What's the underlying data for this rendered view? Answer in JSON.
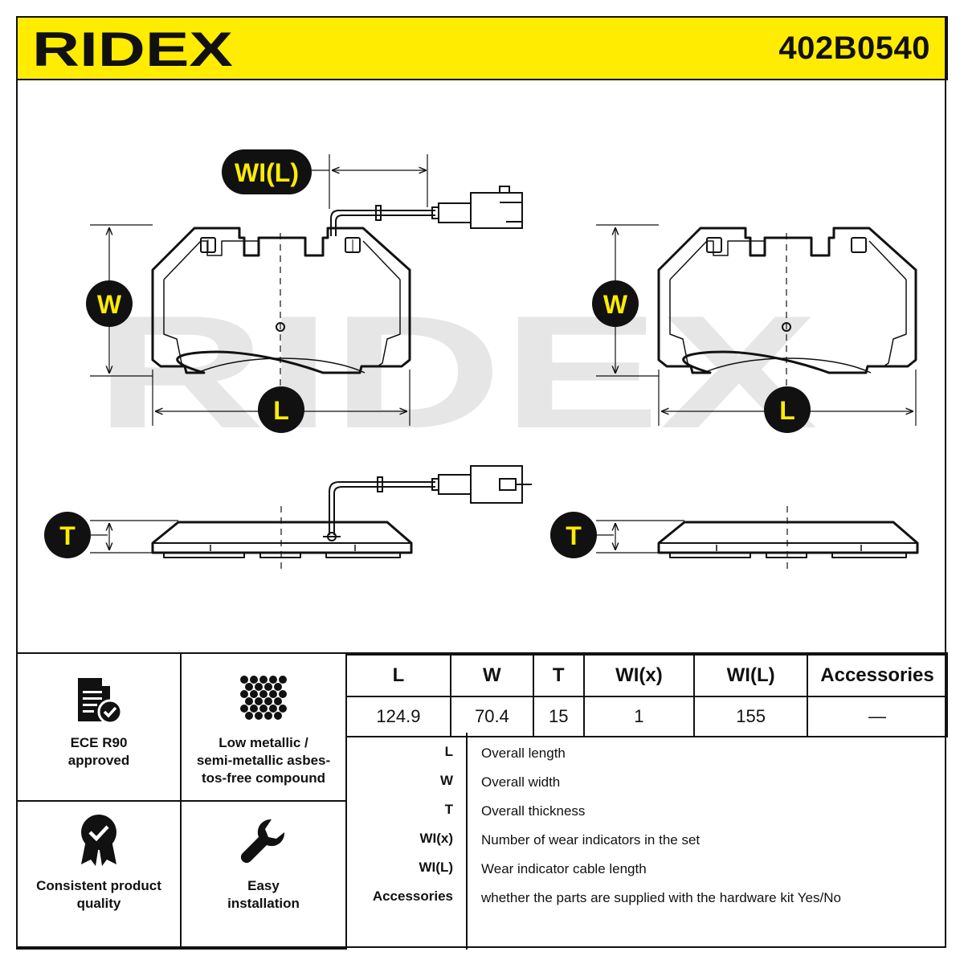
{
  "header": {
    "brand": "RIDEX",
    "part_number": "402B0540"
  },
  "diagram": {
    "watermark": "RIDEX",
    "badges": {
      "wi_l": "WI(L)",
      "w_left": "W",
      "l_left": "L",
      "w_right": "W",
      "l_right": "L",
      "t_left": "T",
      "t_right": "T"
    }
  },
  "features": [
    {
      "label": "ECE R90\napproved",
      "icon": "document-check-icon"
    },
    {
      "label": "Low metallic /\nsemi-metallic asbes-\ntos-free compound",
      "icon": "compound-grid-icon"
    },
    {
      "label": "Consistent product\nquality",
      "icon": "quality-badge-icon"
    },
    {
      "label": "Easy\ninstallation",
      "icon": "wrench-icon"
    }
  ],
  "spec_table": {
    "headers": [
      "L",
      "W",
      "T",
      "WI(x)",
      "WI(L)",
      "Accessories"
    ],
    "values": [
      "124.9",
      "70.4",
      "15",
      "1",
      "155",
      "—"
    ]
  },
  "legend": [
    {
      "abbr": "L",
      "desc": "Overall length"
    },
    {
      "abbr": "W",
      "desc": "Overall width"
    },
    {
      "abbr": "T",
      "desc": "Overall thickness"
    },
    {
      "abbr": "WI(x)",
      "desc": "Number of wear indicators in the set"
    },
    {
      "abbr": "WI(L)",
      "desc": "Wear indicator cable length"
    },
    {
      "abbr": "Accessories",
      "desc": "whether the parts are supplied with the hardware kit Yes/No"
    }
  ],
  "colors": {
    "brand_yellow": "#ffec00",
    "ink": "#111111",
    "watermark": "#e6e6e6"
  }
}
